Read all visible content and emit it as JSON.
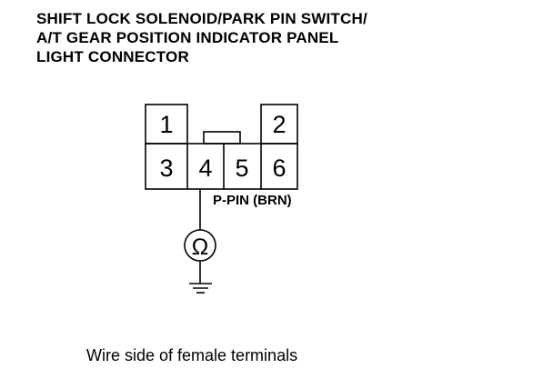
{
  "title": {
    "lines": [
      "SHIFT LOCK SOLENOID/PARK PIN SWITCH/",
      "A/T GEAR POSITION INDICATOR PANEL",
      "LIGHT CONNECTOR"
    ]
  },
  "connector": {
    "pins": {
      "p1": "1",
      "p2": "2",
      "p3": "3",
      "p4": "4",
      "p5": "5",
      "p6": "6"
    },
    "wire_label": "P-PIN (BRN)"
  },
  "meter": {
    "symbol": "Ω",
    "icon": "ohmmeter-icon"
  },
  "ground": {
    "icon": "ground-icon"
  },
  "caption": "Wire side of female terminals"
}
